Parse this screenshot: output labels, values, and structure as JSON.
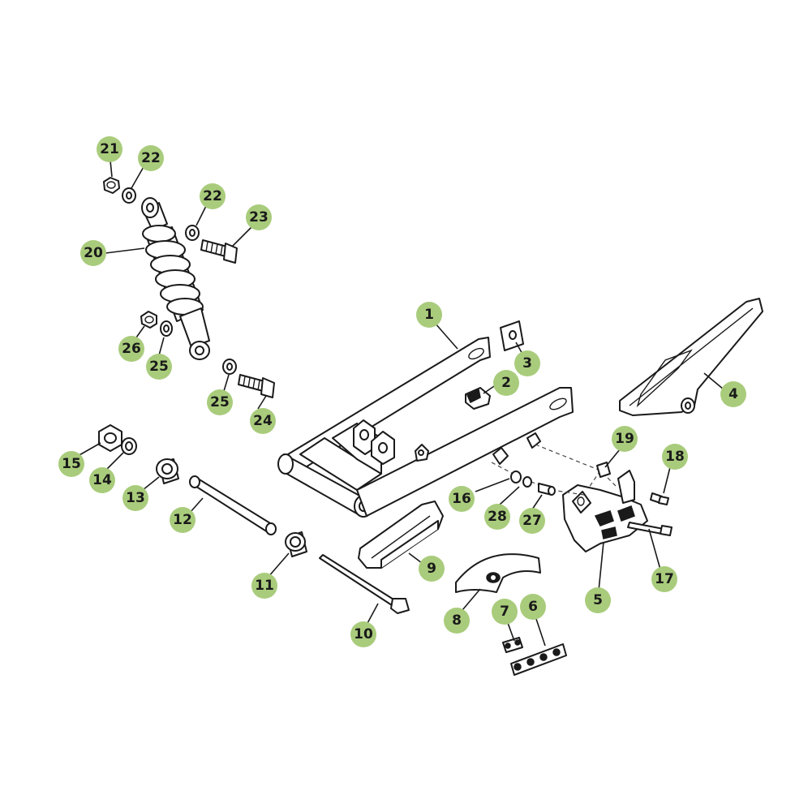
{
  "colors": {
    "callout_fill": "#a9cc7c",
    "line": "#1a1a1a",
    "background": "#ffffff"
  },
  "callouts": [
    {
      "label": "1"
    },
    {
      "label": "2"
    },
    {
      "label": "3"
    },
    {
      "label": "4"
    },
    {
      "label": "5"
    },
    {
      "label": "6"
    },
    {
      "label": "7"
    },
    {
      "label": "8"
    },
    {
      "label": "9"
    },
    {
      "label": "10"
    },
    {
      "label": "11"
    },
    {
      "label": "12"
    },
    {
      "label": "13"
    },
    {
      "label": "14"
    },
    {
      "label": "15"
    },
    {
      "label": "16"
    },
    {
      "label": "17"
    },
    {
      "label": "18"
    },
    {
      "label": "19"
    },
    {
      "label": "20"
    },
    {
      "label": "21"
    },
    {
      "label": "22"
    },
    {
      "label": "22"
    },
    {
      "label": "23"
    },
    {
      "label": "24"
    },
    {
      "label": "25"
    },
    {
      "label": "25"
    },
    {
      "label": "26"
    },
    {
      "label": "27"
    },
    {
      "label": "28"
    }
  ]
}
